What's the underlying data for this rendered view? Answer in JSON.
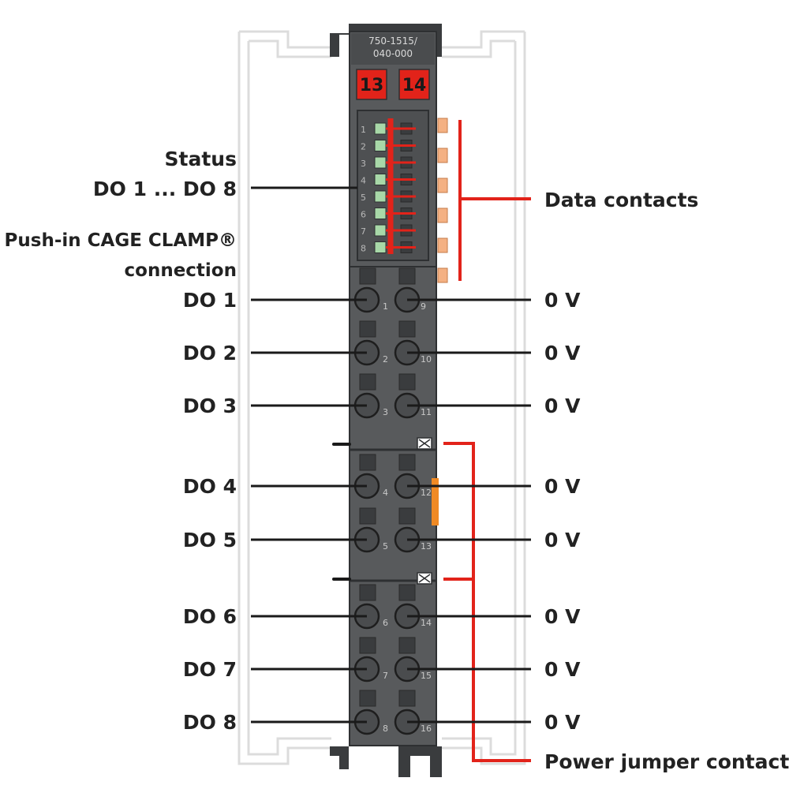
{
  "module": {
    "part_number_line1": "750-1515/",
    "part_number_line2": "040-000",
    "marker_left": "13",
    "marker_right": "14"
  },
  "led_numbers": [
    "1",
    "2",
    "3",
    "4",
    "5",
    "6",
    "7",
    "8"
  ],
  "status_label": {
    "line1": "Status",
    "line2": "DO 1 ... DO 8"
  },
  "connection_label": {
    "line1": "Push-in CAGE CLAMP®",
    "line2": "connection"
  },
  "data_contacts_label": "Data contacts",
  "power_jumper_label": "Power jumper contacts",
  "terminals": [
    {
      "left_label": "DO 1",
      "right_label": "0 V",
      "left_no": "1",
      "right_no": "9"
    },
    {
      "left_label": "DO 2",
      "right_label": "0 V",
      "left_no": "2",
      "right_no": "10"
    },
    {
      "left_label": "DO 3",
      "right_label": "0 V",
      "left_no": "3",
      "right_no": "11"
    },
    {
      "left_label": "DO 4",
      "right_label": "0 V",
      "left_no": "4",
      "right_no": "12"
    },
    {
      "left_label": "DO 5",
      "right_label": "0 V",
      "left_no": "5",
      "right_no": "13"
    },
    {
      "left_label": "DO 6",
      "right_label": "0 V",
      "left_no": "6",
      "right_no": "14"
    },
    {
      "left_label": "DO 7",
      "right_label": "0 V",
      "left_no": "7",
      "right_no": "15"
    },
    {
      "left_label": "DO 8",
      "right_label": "0 V",
      "left_no": "8",
      "right_no": "16"
    }
  ],
  "colors": {
    "module_body": "#585a5c",
    "module_dark": "#3a3c3e",
    "marker_red": "#e2231a",
    "callout_red": "#e2231a",
    "led_green": "#a8d8a8",
    "contact_orange": "#f4b183",
    "jumper_orange": "#f08a24"
  }
}
